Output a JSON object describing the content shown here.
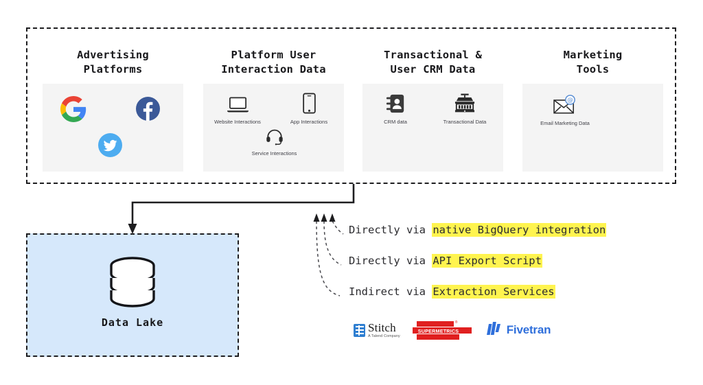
{
  "diagram": {
    "sources": {
      "columns": [
        {
          "title": "Advertising\nPlatforms",
          "items": [
            {
              "icon": "google-logo-icon",
              "label": ""
            },
            {
              "icon": "facebook-logo-icon",
              "label": ""
            },
            {
              "icon": "twitter-logo-icon",
              "label": ""
            }
          ]
        },
        {
          "title": "Platform User\nInteraction Data",
          "items": [
            {
              "icon": "laptop-icon",
              "label": "Website Interactions"
            },
            {
              "icon": "smartphone-icon",
              "label": "App Interactions"
            },
            {
              "icon": "headset-icon",
              "label": "Service Interactions"
            }
          ]
        },
        {
          "title": "Transactional &\nUser CRM Data",
          "items": [
            {
              "icon": "contact-book-icon",
              "label": "CRM data"
            },
            {
              "icon": "cash-register-icon",
              "label": "Transactional Data"
            }
          ]
        },
        {
          "title": "Marketing\nTools",
          "items": [
            {
              "icon": "email-at-icon",
              "label": "Email Marketing Data"
            }
          ]
        }
      ]
    },
    "destination": {
      "label": "Data Lake",
      "icon": "database-cylinder-icon",
      "fill_color": "#d6e8fb"
    },
    "annotations": [
      {
        "prefix": "Directly via ",
        "highlight": "native BigQuery integration"
      },
      {
        "prefix": "Directly via ",
        "highlight": "API Export Script"
      },
      {
        "prefix": "Indirect via ",
        "highlight": "Extraction Services"
      }
    ],
    "highlight_color": "#fff44f",
    "vendors": [
      {
        "name": "Stitch",
        "tagline": "A Talend Company",
        "color": "#2f7fd1"
      },
      {
        "name": "SUPERMETRICS",
        "tagline": "",
        "color": "#e02020"
      },
      {
        "name": "Fivetran",
        "tagline": "",
        "color": "#2f6fdb"
      }
    ]
  }
}
